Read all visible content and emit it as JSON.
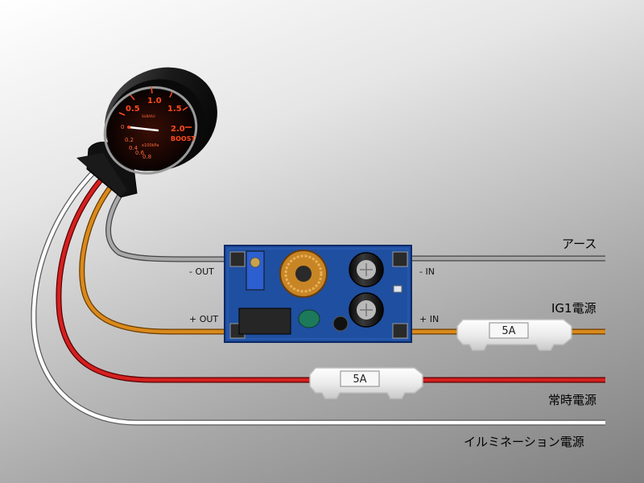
{
  "wire_labels": {
    "earth": "アース",
    "ig1": "IG1電源",
    "constant": "常時電源",
    "illumination": "イルミネーション電源"
  },
  "module_labels": {
    "minus_out": "- OUT",
    "plus_out": "+ OUT",
    "minus_in": "- IN",
    "plus_in": "+ IN"
  },
  "fuses": {
    "ig1_fuse": "5A",
    "constant_fuse": "5A"
  },
  "gauge": {
    "scale": [
      "0.5",
      "1.0",
      "1.5",
      "2.0"
    ],
    "small_scale": [
      "0",
      "0.2",
      "0.4",
      "0.6",
      "0.8"
    ],
    "unit": "x100kPa",
    "name": "BOOST",
    "brand": "SUBARU"
  },
  "colors": {
    "earth_wire": "#a8a8a8",
    "ig1_wire": "#d98a1c",
    "constant_wire": "#d42020",
    "illumination_wire": "#ffffff",
    "pcb": "#1f4fa0",
    "gauge_face": "#120604",
    "gauge_accent": "#ff4a1a"
  }
}
